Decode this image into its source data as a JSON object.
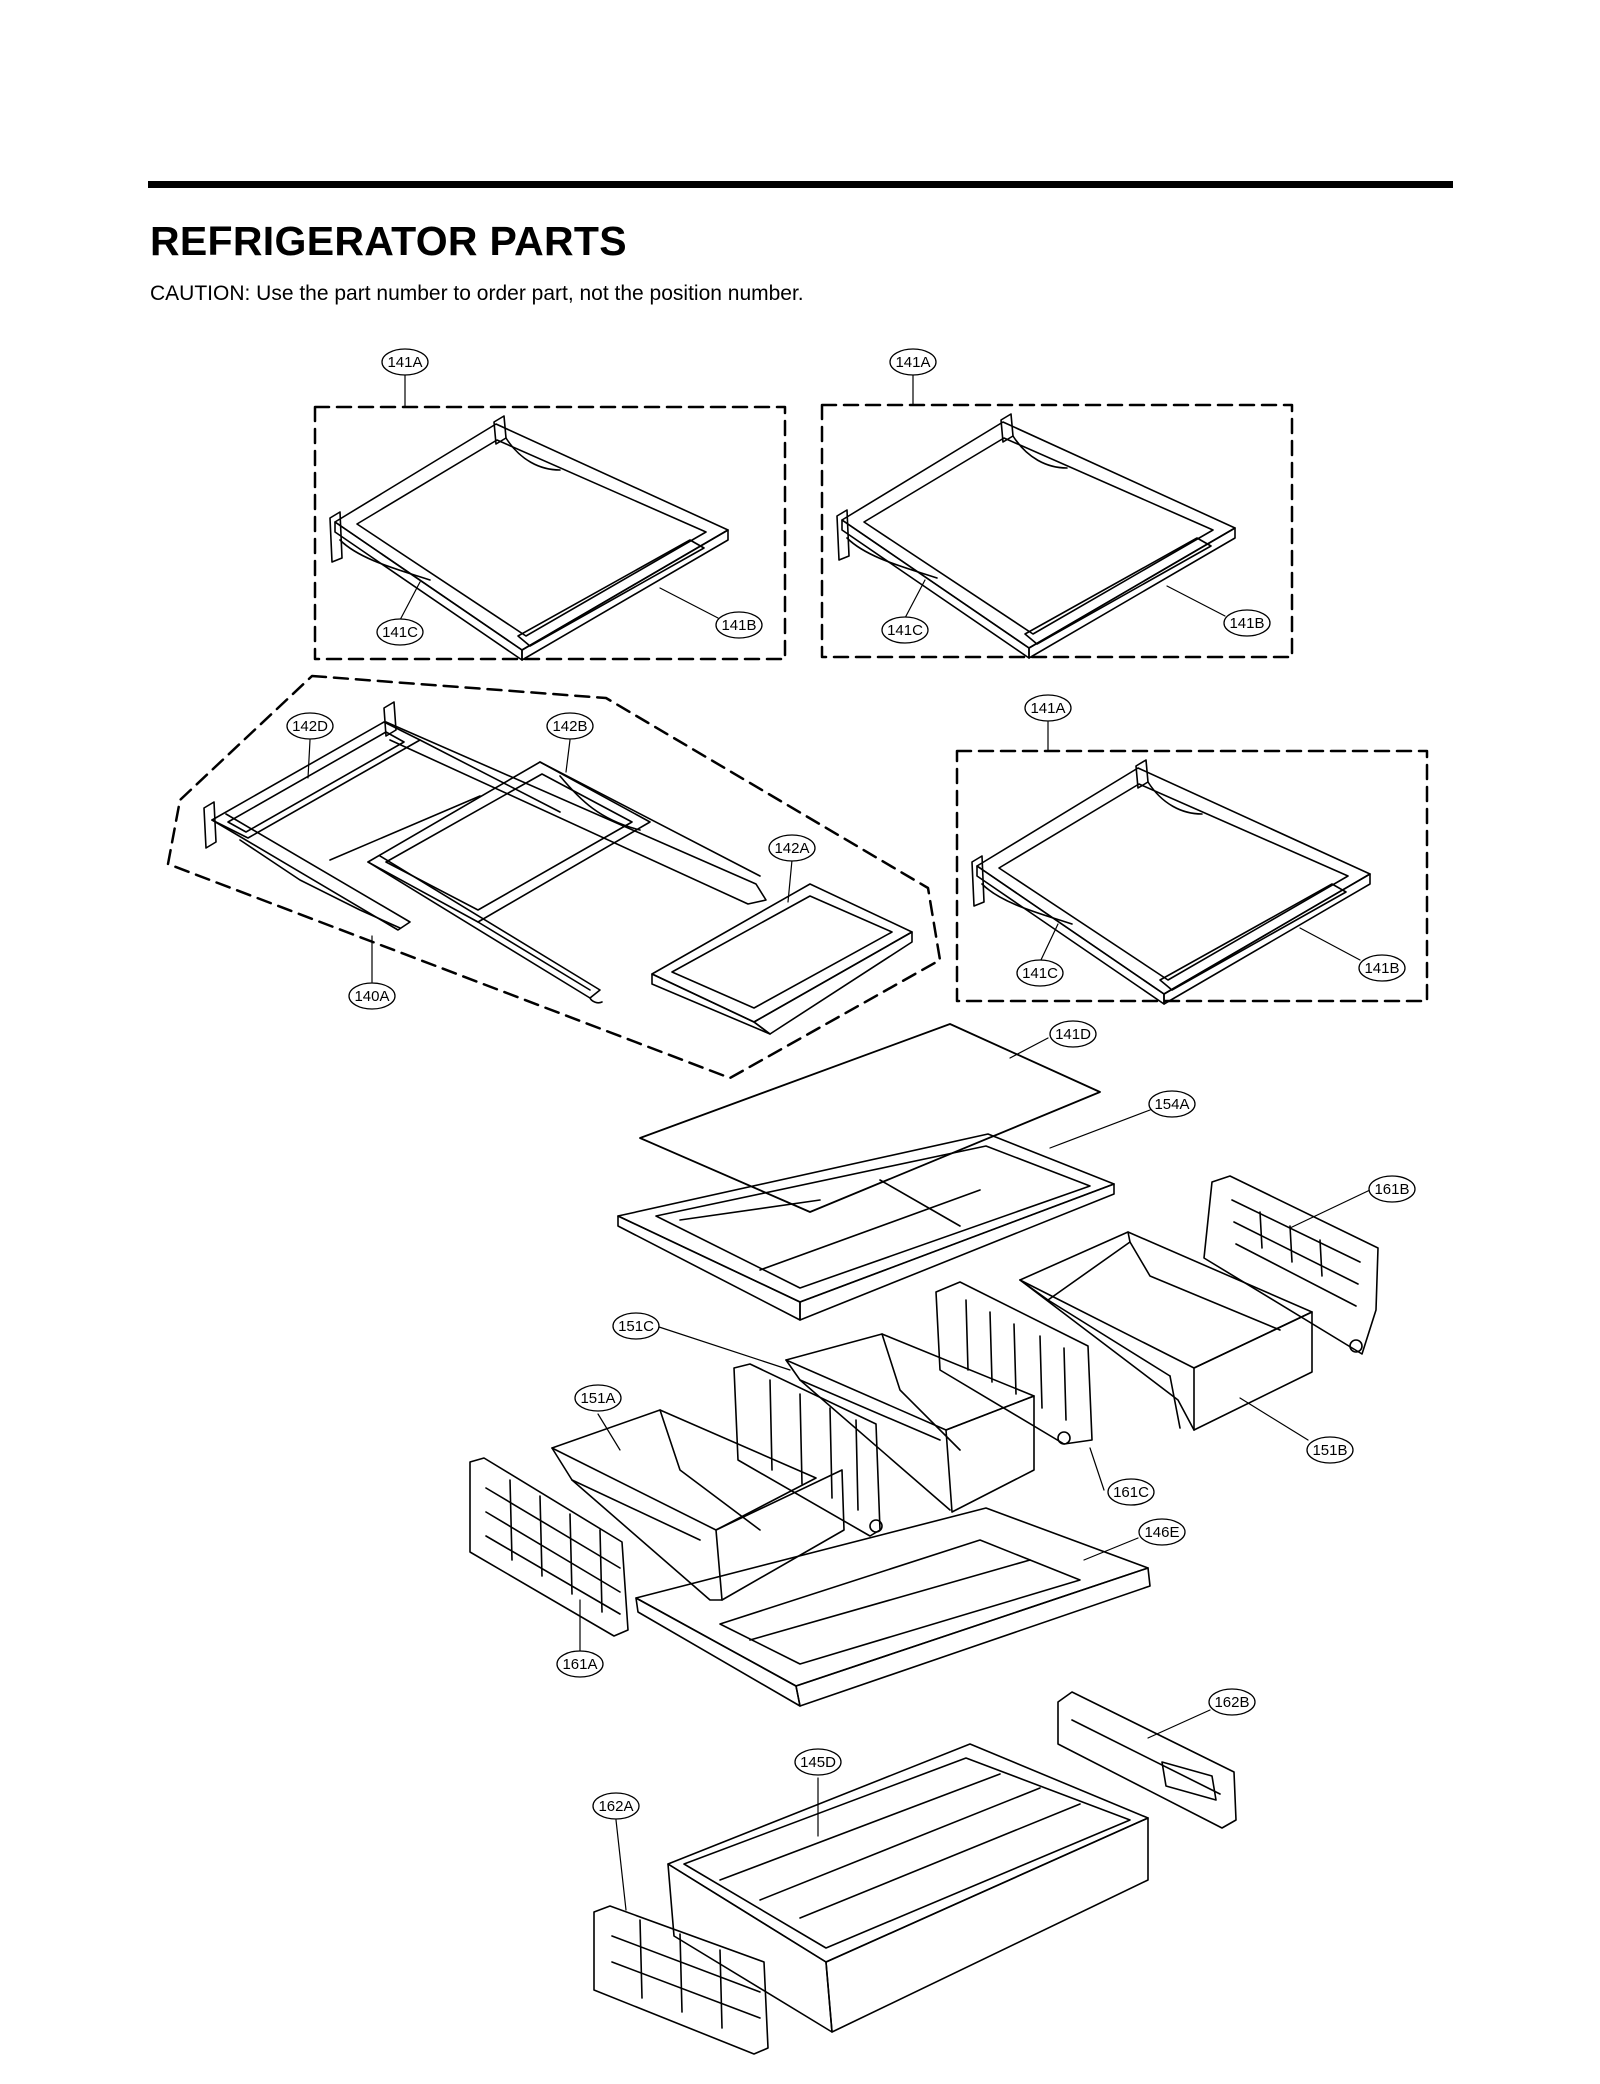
{
  "header": {
    "title": "REFRIGERATOR PARTS",
    "caution": "CAUTION: Use the part number to order part, not the position number."
  },
  "callouts": {
    "c141A_1": "141A",
    "c141C_1": "141C",
    "c141B_1": "141B",
    "c141A_2": "141A",
    "c141C_2": "141C",
    "c141B_2": "141B",
    "c142D": "142D",
    "c142B": "142B",
    "c142A": "142A",
    "c140A": "140A",
    "c141A_3": "141A",
    "c141C_3": "141C",
    "c141B_3": "141B",
    "c141D": "141D",
    "c154A": "154A",
    "c161B": "161B",
    "c151C": "151C",
    "c151A": "151A",
    "c151B": "151B",
    "c161C": "161C",
    "c146E": "146E",
    "c161A": "161A",
    "c162B": "162B",
    "c145D": "145D",
    "c162A": "162A"
  },
  "colors": {
    "ink": "#000000",
    "paper": "#ffffff"
  }
}
